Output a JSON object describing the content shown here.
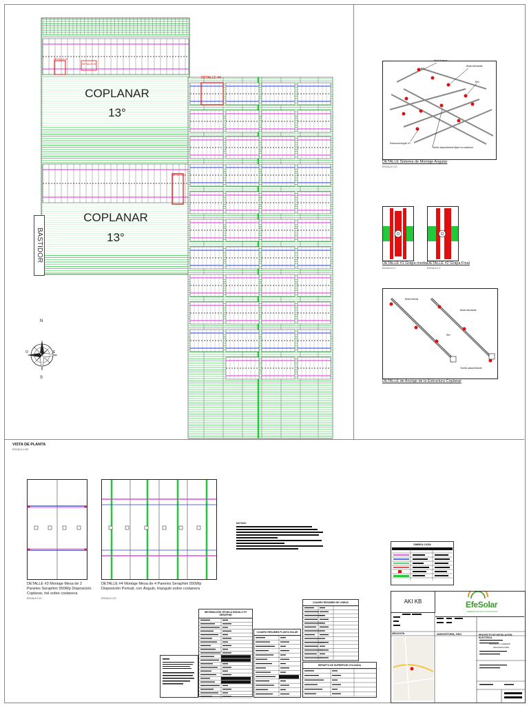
{
  "plan": {
    "roof_upper_label": "COPLANAR",
    "roof_upper_angle": "13°",
    "roof_lower_label": "COPLANAR",
    "roof_lower_angle": "13°",
    "bastidor_label": "BASTIDOR",
    "detail_tag_1": "DETALLE #3",
    "detail_tag_2": "DETALLE #3",
    "detail_tag_3": "DETALLE #4",
    "detail_tag_4": "DETALLE #4",
    "vista_title": "VISTA DE PLANTA",
    "vista_scale": "ESCALA 1:100",
    "compass": {
      "n": "N",
      "s": "S",
      "e": "E",
      "o": "O"
    }
  },
  "details": {
    "angular": {
      "caption": "DETALLE Sistema de Montaje Angular",
      "scale": "ESCALA 1:10",
      "labels": [
        "Brida Externa",
        "Brida Intermedia",
        "Riel",
        "Estructura ángulo 10°",
        "Tornillo autoperforante fijado en costanera"
      ]
    },
    "grapa_media": {
      "caption": "DETALLE #1 Grapa media",
      "scale": "ESCALA 1:1"
    },
    "grapa_final": {
      "caption": "DETALLE #2 Grapa Final",
      "scale": "ESCALA 1:1"
    },
    "anclaje": {
      "caption": "DETALLE de Anclaje de la Estructura Coplanar",
      "labels": [
        "Brida Externa",
        "Brida Intermedia",
        "Riel",
        "Tornillo autoperforante"
      ]
    },
    "mesa2": {
      "caption": "DETALLE #3 Montaje Mesa de 2 Paneles Seraphim 550Wp Disposición Coplanar, riel sobre costanera",
      "scale": "ESCALA 1:20"
    },
    "mesa4": {
      "caption": "DETALLE #4 Montaje Mesa de 4 Paneles Seraphim 550Wp Disposición Portrait, con Ángulo, triangulo sobre costanera",
      "scale": "ESCALA 1:20"
    }
  },
  "notes": {
    "title": "NOTAS:"
  },
  "legend": {
    "title": "SIMBOLOGÍA"
  },
  "tables": {
    "info_tecnica_title": "INFORMACIÓN TÉCNICA MÓDULO FV SERAPHIM",
    "resumen_planta_title": "CUADRO RESUMEN PLANTA SOLAR",
    "resumen_lineas_title": "CUADRO RESUMEN DE LINEAS",
    "reparto_title": "REPARTO DE SUPERFICIE UTILIZADA"
  },
  "title_block": {
    "client": "AKI KB",
    "brand": "EfeSolar",
    "brand_tagline": "ENERGÍA SOLAR FOTOVOLTAICA",
    "location_heading": "UBICACIÓN",
    "city": "ANGOSTURA, SSC",
    "project": "PROYECTO DE INSTALACIÓN ELÉCTRICA",
    "project_sub": "PROYECTO: CUBIERTA",
    "project_sub2": "SEGUNDA ETAPA"
  },
  "colors": {
    "grid_green": "#22c93a",
    "panel_magenta": "#e02bd8",
    "panel_blue": "#1f3bd8",
    "detail_red": "#e01010",
    "efe_green": "#3a9a2a",
    "efe_orange": "#f39a1e"
  }
}
